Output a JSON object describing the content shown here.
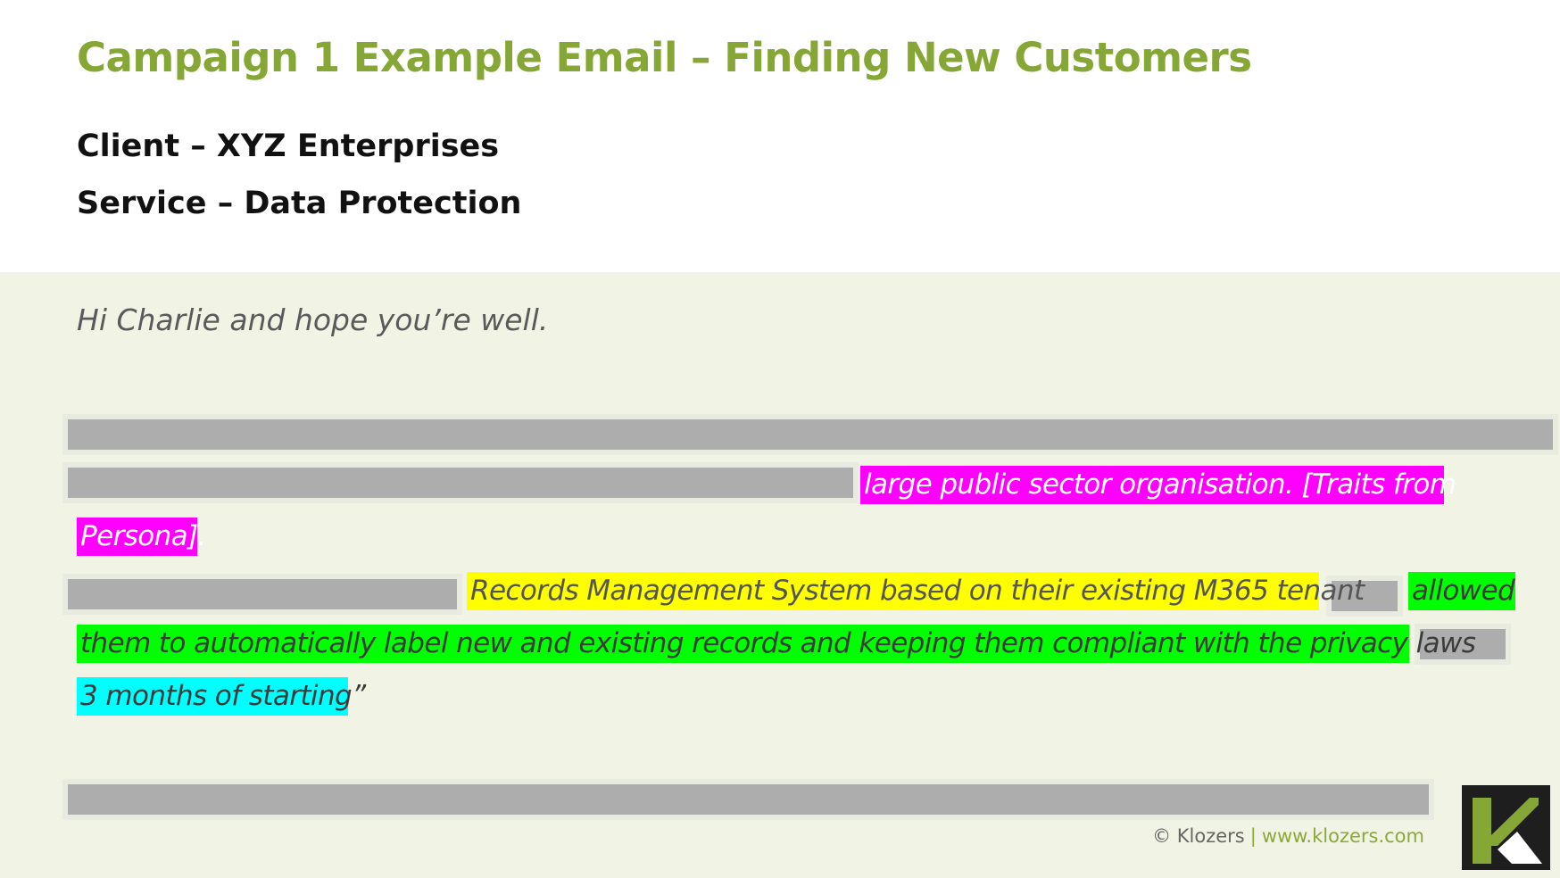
{
  "colors": {
    "title": "#86a735",
    "body_bg": "#f1f4e4",
    "magenta": "#ff00ff",
    "yellow": "#ffff00",
    "green": "#00ff00",
    "cyan": "#00ffff",
    "redaction": "#adadad",
    "logo_bg": "#1e1e1e",
    "logo_green": "#86a735"
  },
  "header": {
    "title": "Campaign 1 Example Email – Finding New Customers",
    "client": "Client – XYZ Enterprises",
    "service": "Service – Data Protection"
  },
  "email": {
    "greeting": "Hi Charlie and hope you’re well.",
    "highlights": {
      "magenta_1": "large public sector organisation.  [Traits from",
      "magenta_2": "Persona].",
      "yellow": "Records Management System based on their existing M365 tenant",
      "green_1": "allowed",
      "green_2": "them to automatically label new and existing records and keeping them compliant with the privacy laws",
      "cyan": "3 months of starting”"
    }
  },
  "footer": {
    "copyright": "© Klozers",
    "separator": "|",
    "url": "www.klozers.com"
  },
  "logo": {
    "icon": "klozers-k-logo-icon"
  }
}
